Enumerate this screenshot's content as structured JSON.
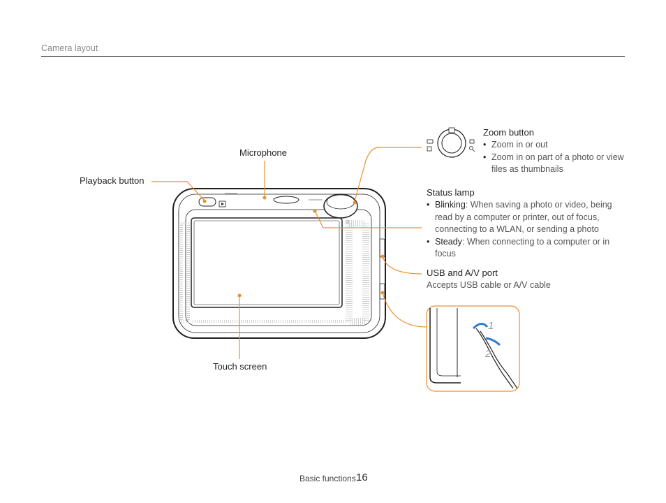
{
  "header": {
    "section": "Camera layout"
  },
  "labels": {
    "microphone": "Microphone",
    "playback": "Playback button",
    "touch_screen": "Touch screen",
    "zoom": "Zoom button",
    "status_lamp": "Status lamp",
    "usb": "USB and A/V port"
  },
  "zoom_desc": {
    "item1": "Zoom in or out",
    "item2a": "Zoom in on part of a photo or view",
    "item2b": "files as thumbnails"
  },
  "status_desc": {
    "blinking_term": "Blinking",
    "blinking_l1": ": When saving a photo or video, being",
    "blinking_l2": "read by a computer or printer, out of focus,",
    "blinking_l3": "connecting to a WLAN, or sending a photo",
    "steady_term": "Steady",
    "steady_l1": ": When connecting to a computer or in",
    "steady_l2": "focus"
  },
  "usb_desc": "Accepts USB cable or A/V cable",
  "strap_steps": {
    "step1": "1",
    "step2": "2"
  },
  "footer": {
    "section": "Basic functions",
    "page": "16"
  },
  "colors": {
    "accent": "#e8912d",
    "ink": "#231f20",
    "strap_arrow": "#2f7fd1"
  }
}
